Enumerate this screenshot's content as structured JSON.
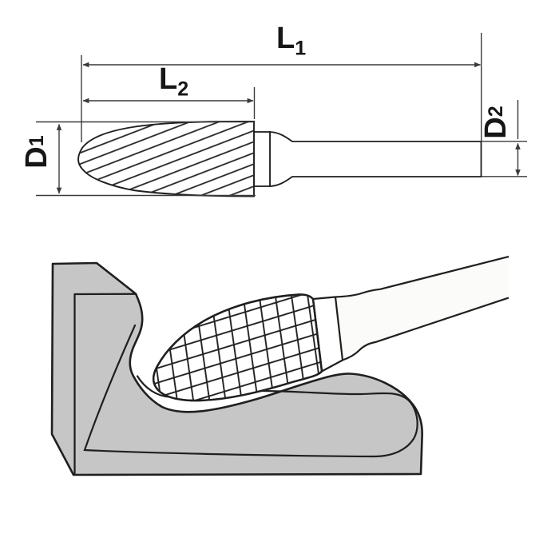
{
  "figure": {
    "type": "technical-drawing-with-application-illustration",
    "subject": "tree-radius rotary burr: dimensioned side view and burr machining a fillet in a workpiece"
  },
  "labels": {
    "length_overall": {
      "base": "L",
      "sub": "1"
    },
    "length_cut": {
      "base": "L",
      "sub": "2"
    },
    "diameter_head": {
      "base": "D",
      "sub": "1"
    },
    "diameter_shank": {
      "base": "D",
      "sub": "2"
    }
  },
  "colors": {
    "workpiece_fill": "#c6c6c6",
    "outline": "#1f1f1f",
    "dimension_line": "#3a3a3a",
    "background": "#ffffff",
    "tool_fill": "#ffffff",
    "shank_fill": "#fbfbfa"
  }
}
